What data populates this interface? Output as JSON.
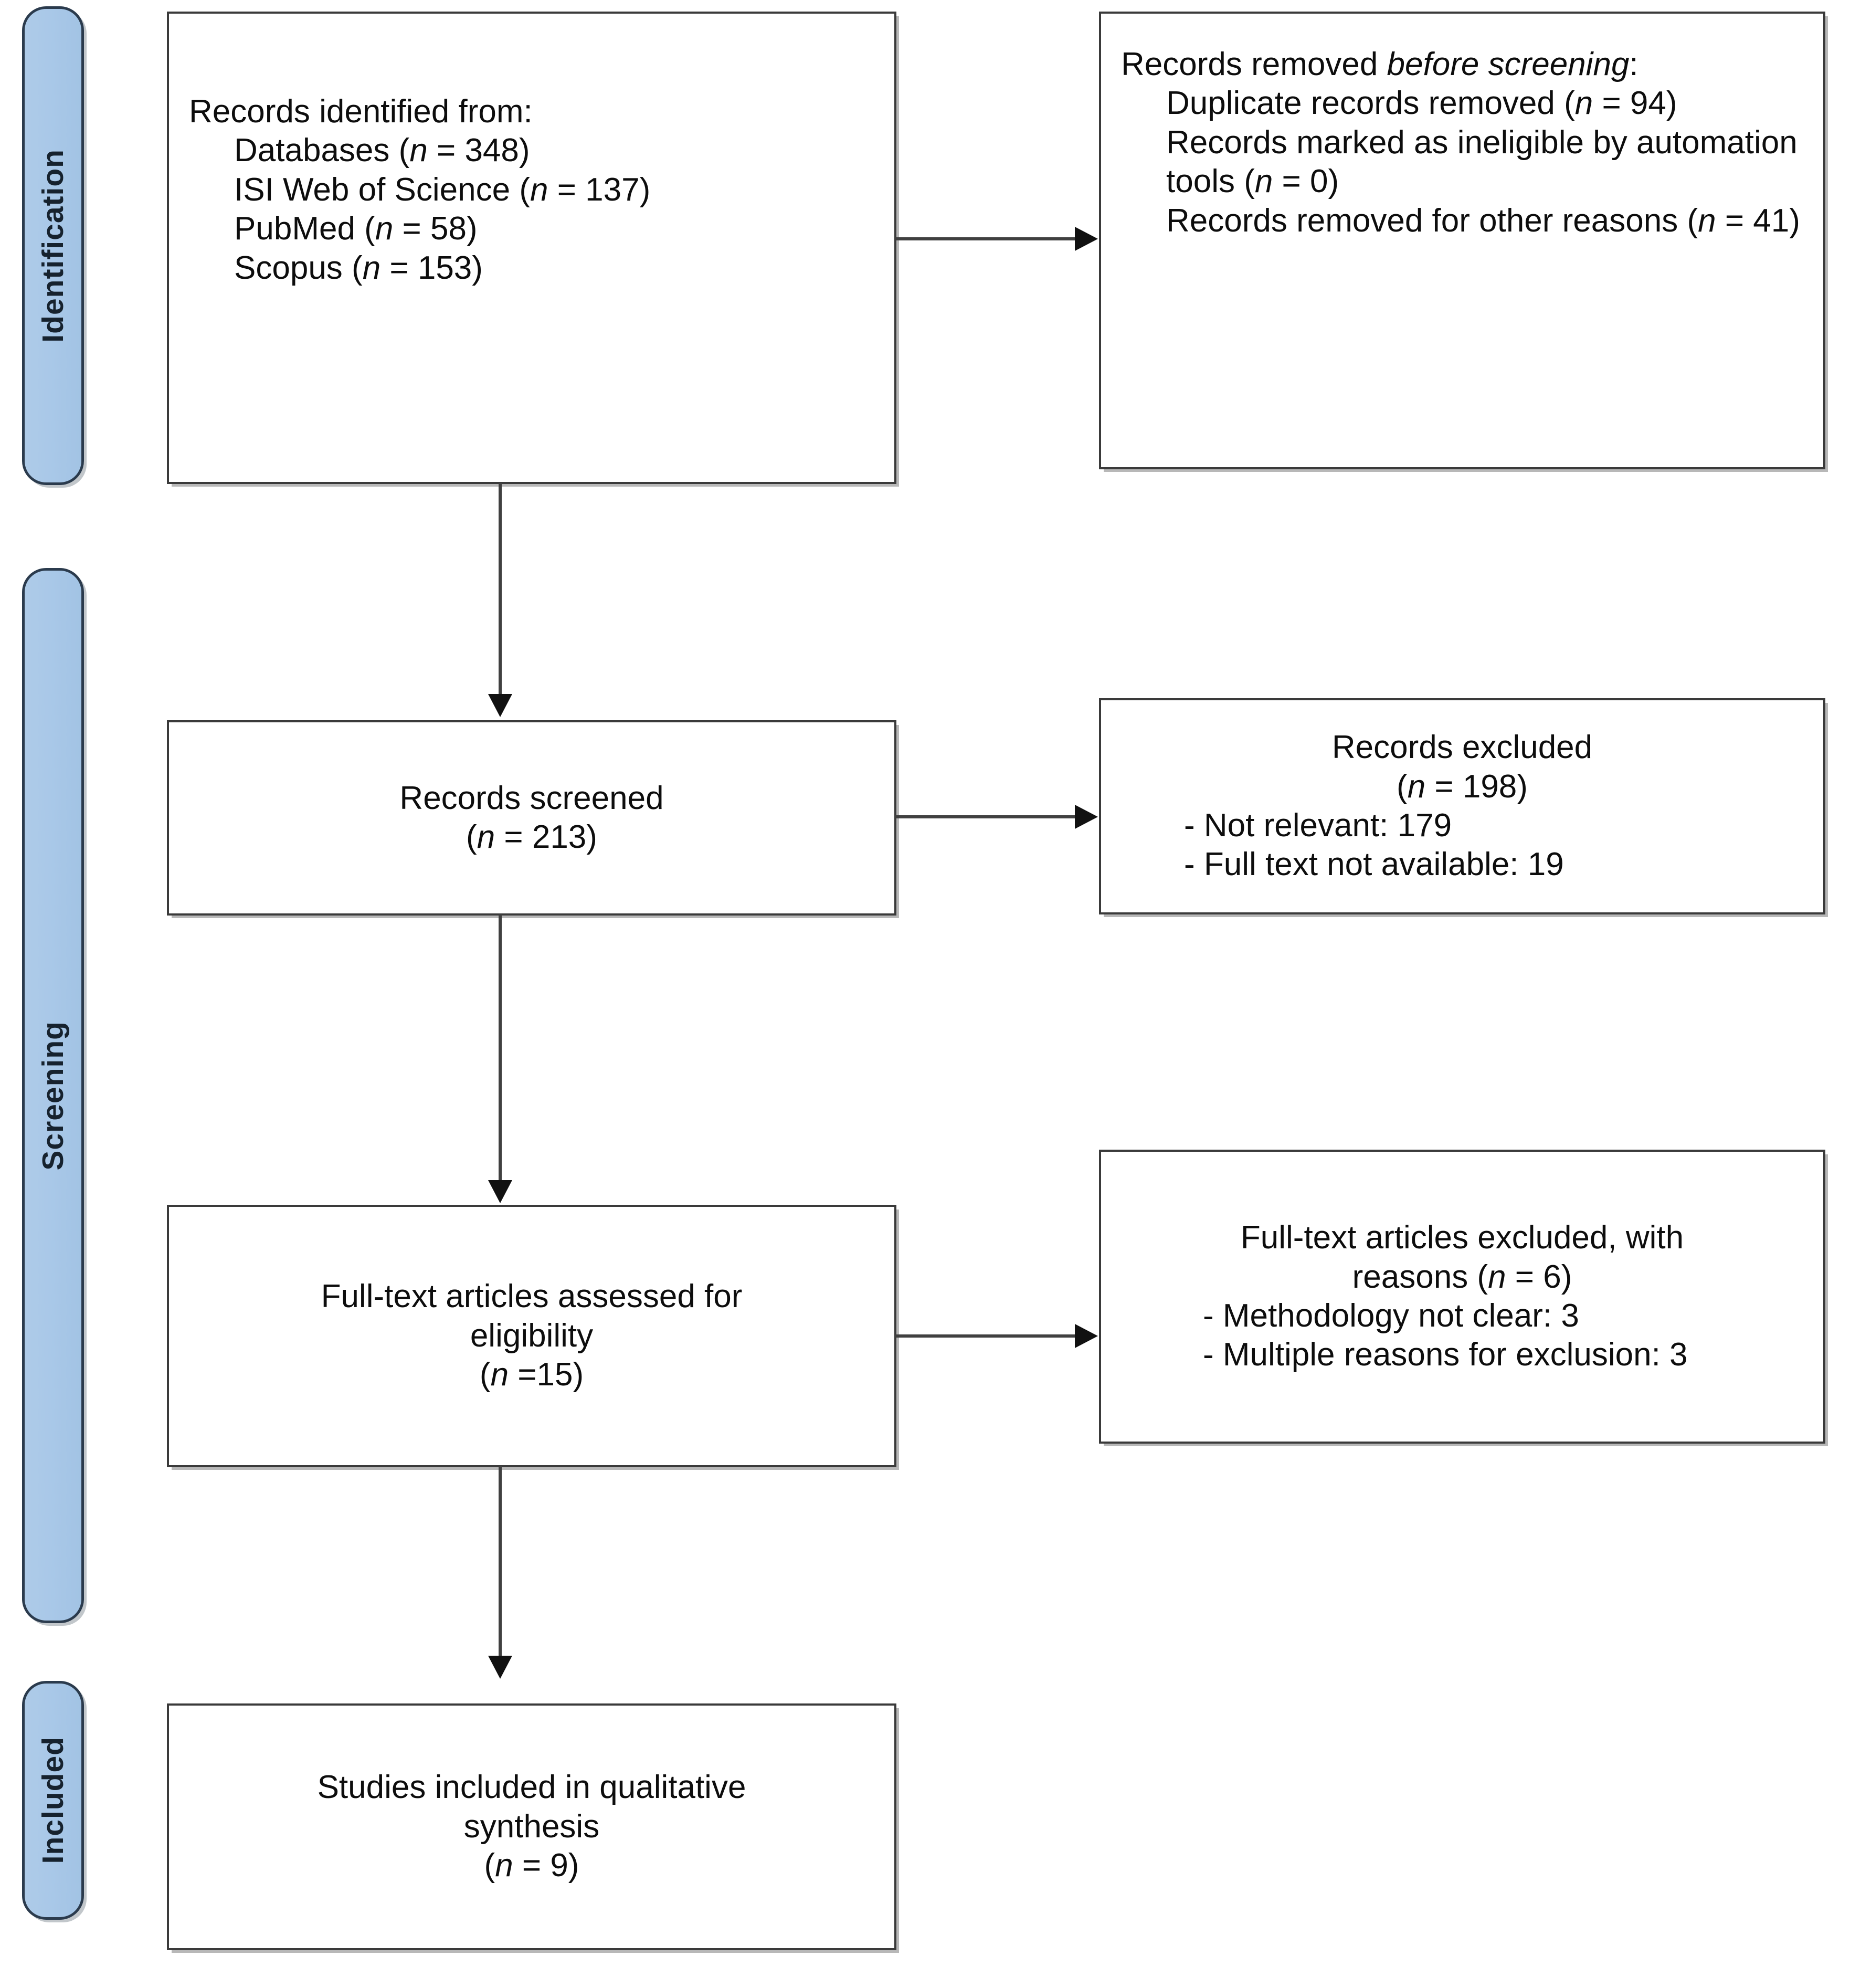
{
  "diagram": {
    "title": "PRISMA flow diagram",
    "accent_color": "#aecbe8",
    "border_color": "#2b3b4d",
    "box_border_color": "#3a3a3a",
    "connector_color": "#404040"
  },
  "phases": [
    {
      "id": "identification",
      "label": "Identification"
    },
    {
      "id": "screening",
      "label": "Screening"
    },
    {
      "id": "included",
      "label": "Included"
    }
  ],
  "boxes": {
    "identified": {
      "heading": "Records identified from:",
      "items": [
        {
          "source": "Databases",
          "n_prefix": "(",
          "n_label": "n",
          "n_value": " = 348)"
        },
        {
          "source": "ISI Web of Science",
          "n_prefix": "(",
          "n_label": "n",
          "n_value": " = 137)"
        },
        {
          "source": "PubMed",
          "n_prefix": "(",
          "n_label": "n",
          "n_value": " = 58)"
        },
        {
          "source": "Scopus",
          "n_prefix": "(",
          "n_label": "n",
          "n_value": " = 153)"
        }
      ]
    },
    "removed_before": {
      "heading_plain": "Records removed ",
      "heading_italic_1": "before",
      "heading_italic_2": "screening",
      "heading_colon": ":",
      "items": [
        {
          "text_a": "Duplicate records removed (",
          "n_label": "n",
          "text_b": " = 94)"
        },
        {
          "text_a": "Records marked as ineligible by automation tools (",
          "n_label": "n",
          "text_b": " = 0)"
        },
        {
          "text_a": "Records removed for other reasons (",
          "n_label": "n",
          "text_b": " = 41)"
        }
      ]
    },
    "screened": {
      "line1": "Records screened",
      "n_open": "(",
      "n_label": "n",
      "n_rest": " = 213)"
    },
    "excluded_screen": {
      "line1": "Records excluded",
      "n_open": "(",
      "n_label": "n",
      "n_rest": " = 198)",
      "reasons": [
        "-  Not relevant: 179",
        "-  Full text not available: 19"
      ]
    },
    "fulltext_assessed": {
      "line1": "Full-text articles assessed for",
      "line2": "eligibility",
      "n_open": "(",
      "n_label": "n",
      "n_rest": " =15)"
    },
    "fulltext_excluded": {
      "line1": "Full-text articles excluded, with",
      "line2_a": "reasons (",
      "n_label": "n",
      "line2_b": " = 6)",
      "reasons": [
        "-   Methodology not clear: 3",
        "-   Multiple reasons for exclusion: 3"
      ]
    },
    "included_studies": {
      "line1": "Studies included in qualitative",
      "line2": "synthesis",
      "n_open": "(",
      "n_label": "n",
      "n_rest": " = 9)"
    }
  }
}
